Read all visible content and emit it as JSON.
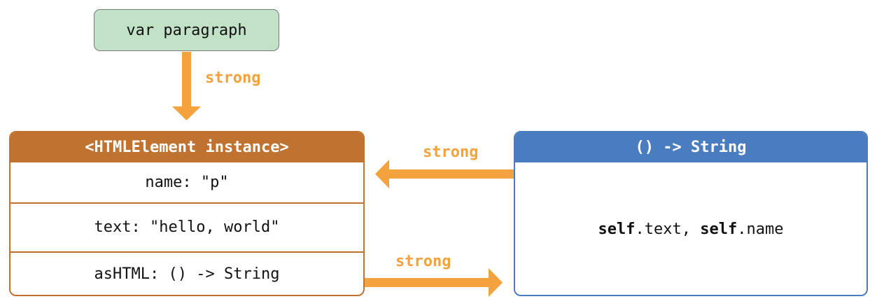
{
  "var_box": {
    "label": "var paragraph"
  },
  "instance": {
    "header": "<HTMLElement instance>",
    "rows": [
      {
        "label": "name: \"p\""
      },
      {
        "label": "text: \"hello, world\""
      },
      {
        "label": "asHTML: () -> String"
      }
    ]
  },
  "closure": {
    "header": "() -> String",
    "body": {
      "kw1": "self",
      "part1": ".text, ",
      "kw2": "self",
      "part2": ".name"
    }
  },
  "arrows": {
    "var_to_instance": "strong",
    "closure_to_instance": "strong",
    "instance_to_closure": "strong"
  },
  "colors": {
    "var_box_fill": "#c2e2c8",
    "instance_accent": "#c07230",
    "closure_accent": "#4a7cc0",
    "arrow": "#f4a23d"
  }
}
